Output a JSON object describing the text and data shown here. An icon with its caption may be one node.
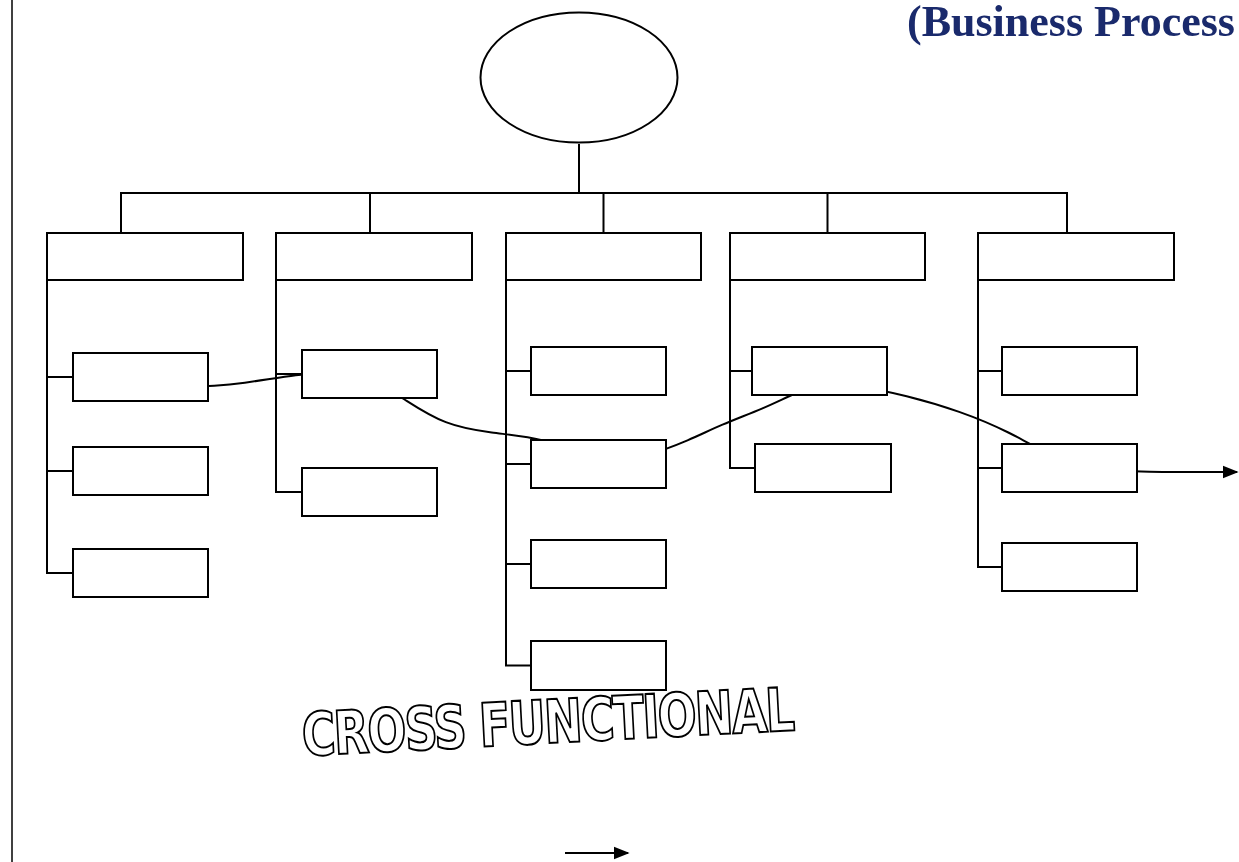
{
  "diagram": {
    "title": "(Business Process",
    "nodes": [
      {
        "text": [],
        "shape": "ellipse"
      },
      {
        "text": [],
        "shape": "box"
      },
      {
        "text": [],
        "shape": "box"
      },
      {
        "text": [],
        "shape": "box"
      },
      {
        "text": [],
        "shape": "box"
      },
      {
        "text": [],
        "shape": "box"
      },
      {
        "text": [],
        "shape": "box"
      },
      {
        "text": [],
        "shape": "box"
      },
      {
        "text": [],
        "shape": "box"
      },
      {
        "text": [],
        "shape": "box"
      },
      {
        "text": [],
        "shape": "box"
      },
      {
        "text": [],
        "shape": "box"
      },
      {
        "text": [],
        "shape": "box"
      },
      {
        "text": [],
        "shape": "box"
      },
      {
        "text": [],
        "shape": "box"
      },
      {
        "text": [],
        "shape": "box"
      },
      {
        "text": [],
        "shape": "box"
      },
      {
        "text": [],
        "shape": "box"
      },
      {
        "text": [],
        "shape": "box"
      },
      {
        "text": [],
        "shape": "box"
      }
    ],
    "edges": [
      {
        "from": 0,
        "to": 1,
        "arrow": "none"
      },
      {
        "from": 0,
        "to": 2,
        "arrow": "none"
      },
      {
        "from": 0,
        "to": 3,
        "arrow": "none"
      },
      {
        "from": 0,
        "to": 4,
        "arrow": "none"
      },
      {
        "from": 0,
        "to": 5,
        "arrow": "none"
      },
      {
        "from": 1,
        "to": 6,
        "arrow": "none"
      },
      {
        "from": 1,
        "to": 7,
        "arrow": "none"
      },
      {
        "from": 1,
        "to": 8,
        "arrow": "none"
      },
      {
        "from": 2,
        "to": 9,
        "arrow": "none"
      },
      {
        "from": 2,
        "to": 10,
        "arrow": "none"
      },
      {
        "from": 3,
        "to": 11,
        "arrow": "none"
      },
      {
        "from": 3,
        "to": 12,
        "arrow": "none"
      },
      {
        "from": 3,
        "to": 13,
        "arrow": "none"
      },
      {
        "from": 3,
        "to": 14,
        "arrow": "none"
      },
      {
        "from": 4,
        "to": 15,
        "arrow": "none"
      },
      {
        "from": 4,
        "to": 16,
        "arrow": "none"
      },
      {
        "from": 5,
        "to": 17,
        "arrow": "none"
      },
      {
        "from": 5,
        "to": 18,
        "arrow": "none"
      },
      {
        "from": 5,
        "to": 19,
        "arrow": "none"
      },
      {
        "from": 6,
        "to": null,
        "arrow": "to"
      }
    ],
    "labels": [
      "CROSS FUNCTIONAL"
    ]
  }
}
